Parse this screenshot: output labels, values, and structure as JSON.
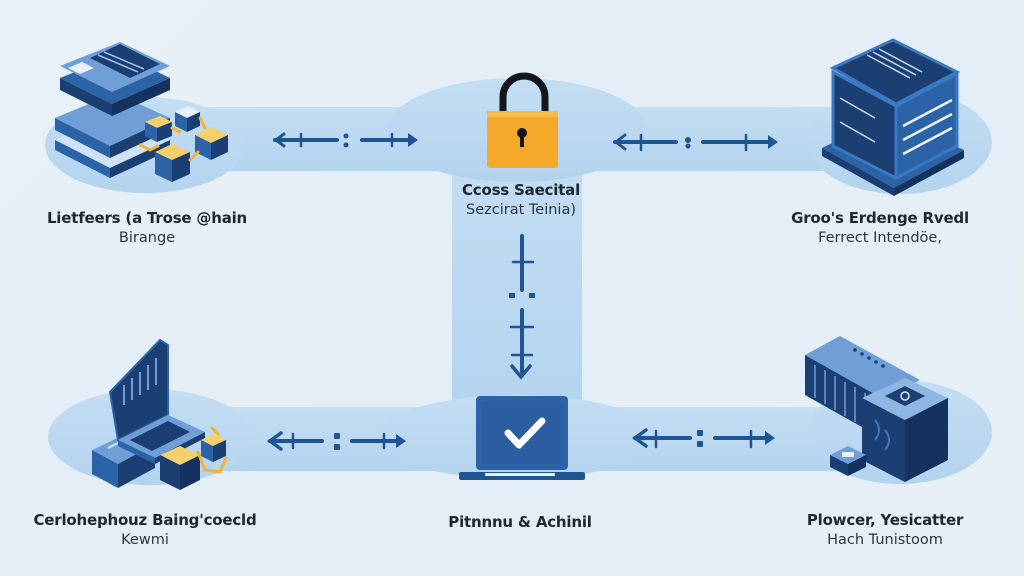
{
  "diagram": {
    "title": "",
    "colors": {
      "background": "#e6eff7",
      "band": "#b9d7ef",
      "band_light": "#c7e0f3",
      "arrow": "#1f5591",
      "device_dark": "#1c3f73",
      "device_mid": "#2b63a6",
      "device_light": "#6f9fd6",
      "accent_gold": "#f3b233",
      "lock_body": "#f4a92a",
      "lock_shackle": "#14161a",
      "check": "#ffffff"
    },
    "nodes": [
      {
        "id": "top-left",
        "icon": "server-stack-with-blockchain-blocks-icon",
        "label_line1": "Lietfeers (a Trose @hain",
        "label_line2": "Birange"
      },
      {
        "id": "top-center",
        "icon": "padlock-icon",
        "label_line1": "Ccoss Saecital",
        "label_line2": "Sezcirat Teinia)"
      },
      {
        "id": "top-right",
        "icon": "server-cube-icon",
        "label_line1": "Groo's Erdenge Rvedl",
        "label_line2": "Ferrect Intendöe,"
      },
      {
        "id": "bottom-left",
        "icon": "laptop-with-blockchain-blocks-icon",
        "label_line1": "Cerlohephouz Baing'coecld",
        "label_line2": "Kewmi"
      },
      {
        "id": "bottom-center",
        "icon": "laptop-checkmark-icon",
        "label_line1": "Pitnnnu & Achinil",
        "label_line2": ""
      },
      {
        "id": "bottom-right",
        "icon": "server-rack-with-chip-icon",
        "label_line1": "Plowcer, Yesicatter",
        "label_line2": "Hach Tunistoom"
      }
    ],
    "edges": [
      {
        "from": "top-left",
        "to": "top-center",
        "direction": "bidirectional"
      },
      {
        "from": "top-center",
        "to": "top-right",
        "direction": "bidirectional"
      },
      {
        "from": "top-center",
        "to": "bottom-center",
        "direction": "down"
      },
      {
        "from": "bottom-left",
        "to": "bottom-center",
        "direction": "bidirectional"
      },
      {
        "from": "bottom-center",
        "to": "bottom-right",
        "direction": "bidirectional"
      }
    ]
  }
}
